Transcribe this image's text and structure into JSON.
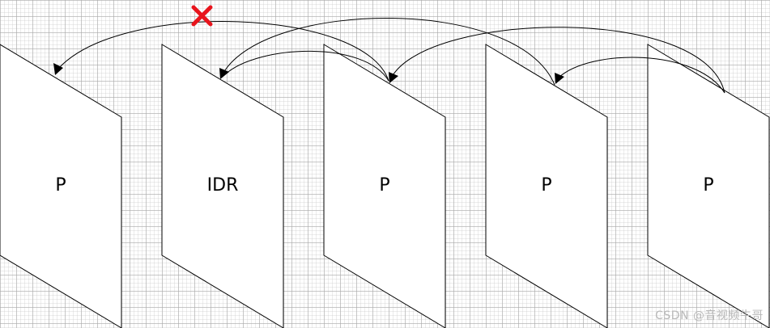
{
  "frames": [
    {
      "label": "P"
    },
    {
      "label": "IDR"
    },
    {
      "label": "P"
    },
    {
      "label": "P"
    },
    {
      "label": "P"
    }
  ],
  "blocked_reference_icon": "red-cross-icon",
  "colors": {
    "cross": "#e8141c",
    "grid": "#aaaaaa",
    "stroke": "#000000"
  },
  "watermark": "CSDN @音视频牛哥"
}
